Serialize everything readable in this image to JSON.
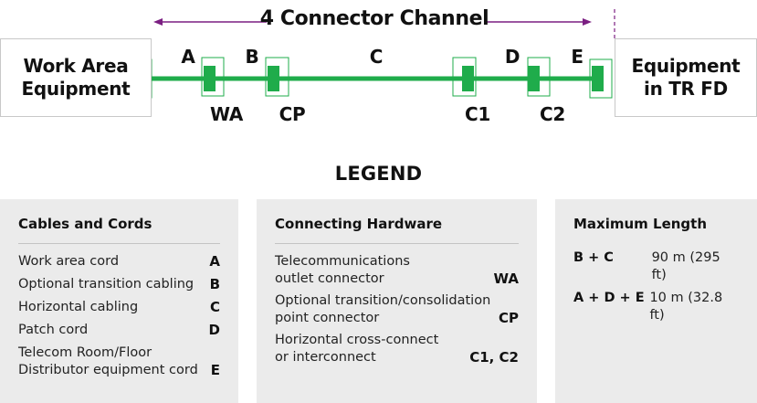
{
  "channel": {
    "title": "4 Connector Channel",
    "left_end": "Work Area\nEquipment",
    "right_end": "Equipment\nin TR FD",
    "segments": [
      "A",
      "B",
      "C",
      "D",
      "E"
    ],
    "connectors": [
      "WA",
      "CP",
      "C1",
      "C2"
    ],
    "colors": {
      "cable": "#1fac4b",
      "arrow": "#7b1f82",
      "outline": "#1fac4b"
    }
  },
  "legend": {
    "title": "LEGEND",
    "cables": {
      "heading": "Cables and Cords",
      "items": [
        {
          "desc": "Work area cord",
          "code": "A"
        },
        {
          "desc": "Optional transition cabling",
          "code": "B"
        },
        {
          "desc": "Horizontal cabling",
          "code": "C"
        },
        {
          "desc": "Patch cord",
          "code": "D"
        },
        {
          "desc": "Telecom Room/Floor\nDistributor equipment cord",
          "code": "E"
        }
      ]
    },
    "hardware": {
      "heading": "Connecting Hardware",
      "items": [
        {
          "desc": "Telecommunications\noutlet connector",
          "code": "WA"
        },
        {
          "desc": "Optional transition/consolidation\npoint connector",
          "code": "CP"
        },
        {
          "desc": "Horizontal cross-connect\nor interconnect",
          "code": "C1, C2"
        }
      ]
    },
    "length": {
      "heading": "Maximum Length",
      "items": [
        {
          "expr": "B + C",
          "value": "90 m (295 ft)"
        },
        {
          "expr": "A + D + E",
          "value": "10 m (32.8 ft)"
        }
      ]
    }
  }
}
